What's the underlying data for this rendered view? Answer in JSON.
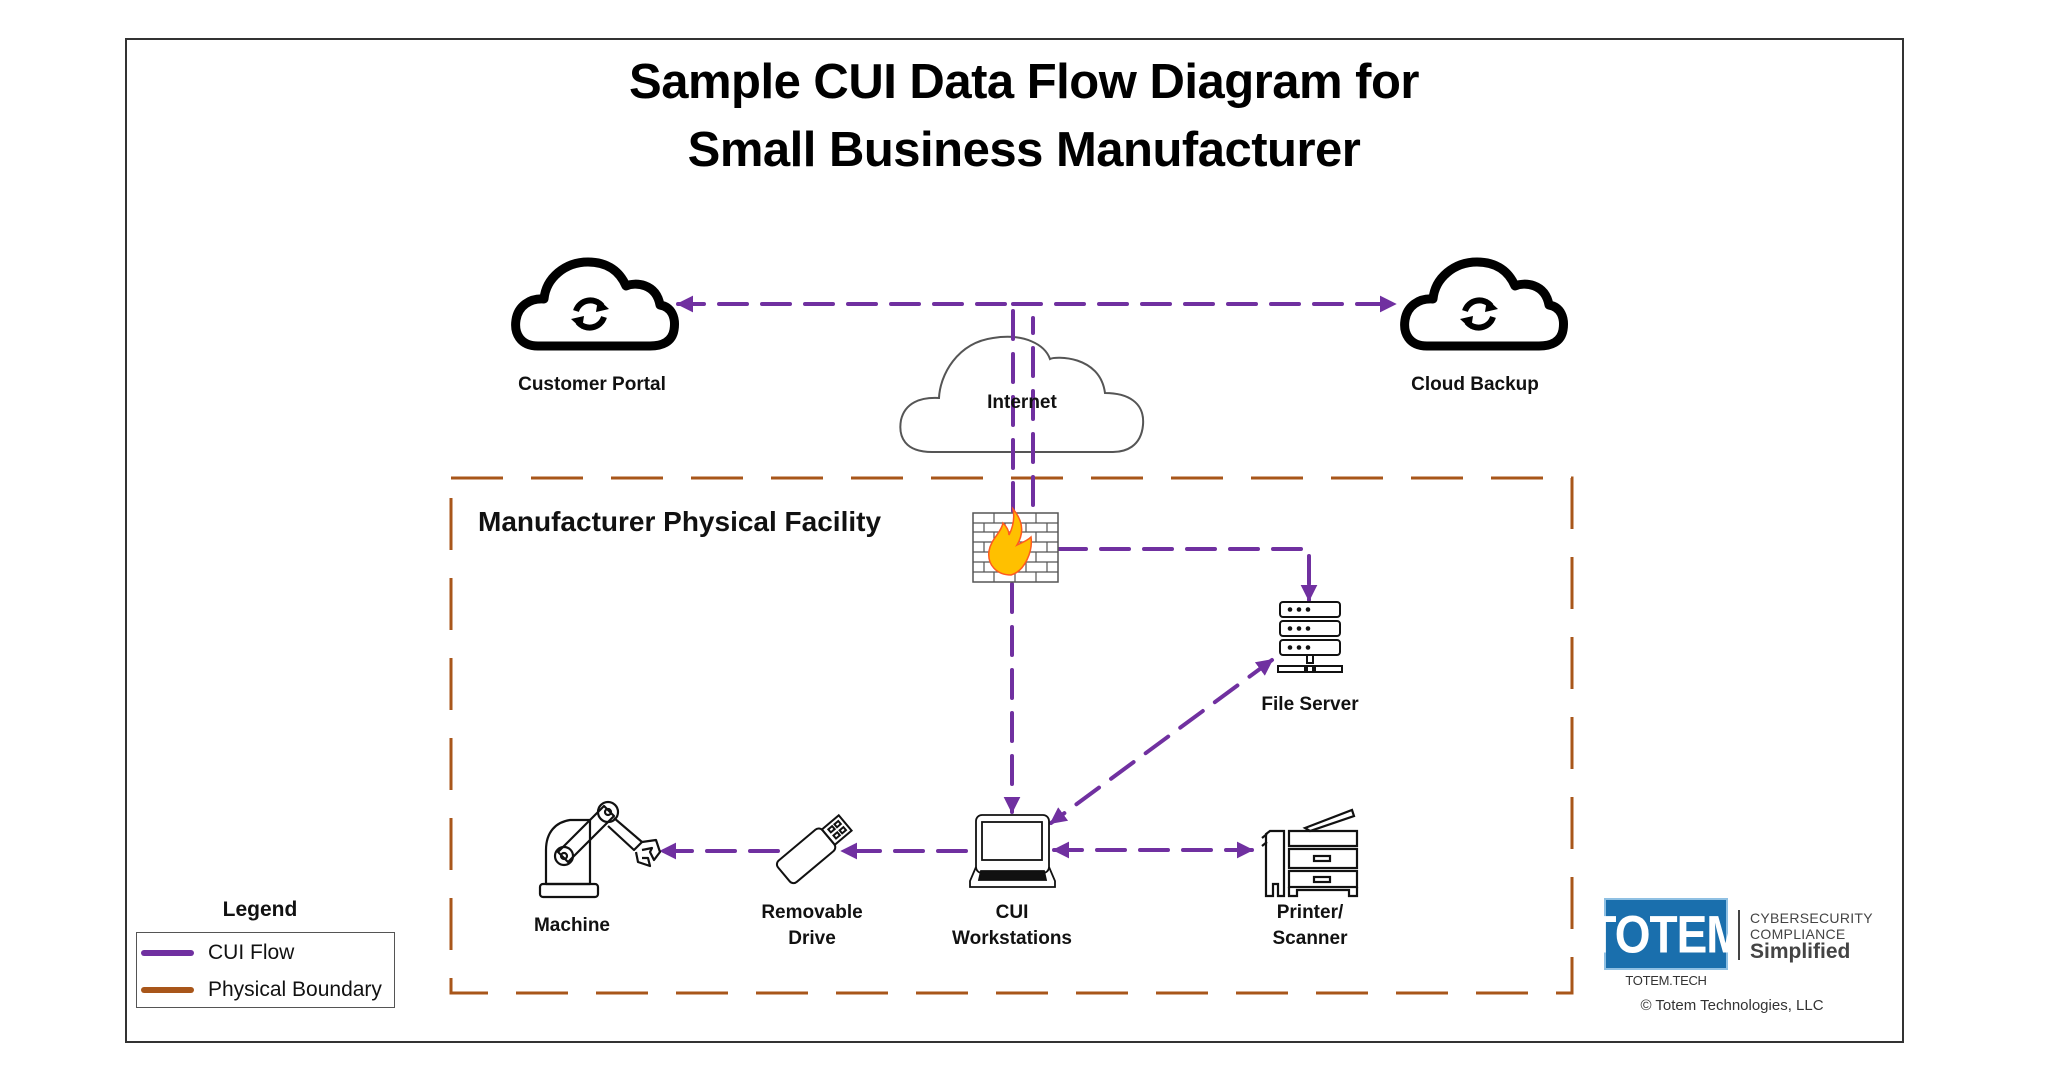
{
  "title": {
    "line1": "Sample CUI Data Flow Diagram for",
    "line2": "Small Business Manufacturer"
  },
  "colors": {
    "cui_flow": "#7030a0",
    "physical_boundary": "#a8561a",
    "logo_blue": "#1a6fad",
    "flame_fill": "#ffc000",
    "flame_stroke": "#ff5a1f"
  },
  "nodes": {
    "customer_portal": {
      "label": "Customer Portal",
      "icon": "cloud-sync-icon"
    },
    "cloud_backup": {
      "label": "Cloud Backup",
      "icon": "cloud-sync-icon"
    },
    "internet": {
      "label": "Internet",
      "icon": "cloud-outline-icon"
    },
    "firewall": {
      "label": "",
      "icon": "firewall-icon"
    },
    "file_server": {
      "label": "File Server",
      "icon": "server-rack-icon"
    },
    "workstations": {
      "label_line1": "CUI",
      "label_line2": "Workstations",
      "icon": "laptop-icon"
    },
    "printer": {
      "label_line1": "Printer/",
      "label_line2": "Scanner",
      "icon": "printer-scanner-icon"
    },
    "removable_drive": {
      "label_line1": "Removable",
      "label_line2": "Drive",
      "icon": "usb-drive-icon"
    },
    "machine": {
      "label": "Machine",
      "icon": "robot-arm-icon"
    }
  },
  "boundary": {
    "label": "Manufacturer Physical Facility"
  },
  "flows": [
    {
      "from": "internet",
      "to": "customer_portal",
      "direction": "one-way"
    },
    {
      "from": "internet",
      "to": "cloud_backup",
      "direction": "one-way"
    },
    {
      "from": "firewall",
      "to": "file_server",
      "direction": "one-way"
    },
    {
      "from": "firewall",
      "to": "workstations",
      "direction": "one-way"
    },
    {
      "from": "file_server",
      "to": "workstations",
      "direction": "two-way"
    },
    {
      "from": "workstations",
      "to": "printer",
      "direction": "two-way"
    },
    {
      "from": "workstations",
      "to": "removable_drive",
      "direction": "one-way"
    },
    {
      "from": "removable_drive",
      "to": "machine",
      "direction": "one-way"
    }
  ],
  "legend": {
    "title": "Legend",
    "items": [
      {
        "label": "CUI Flow",
        "color": "#7030a0"
      },
      {
        "label": "Physical Boundary",
        "color": "#a8561a"
      }
    ]
  },
  "branding": {
    "logo_word": "TOTEM",
    "tagline1": "CYBERSECURITY",
    "tagline2": "COMPLIANCE",
    "tagline3": "Simplified",
    "url": "TOTEM.TECH",
    "copyright": "© Totem Technologies, LLC"
  }
}
